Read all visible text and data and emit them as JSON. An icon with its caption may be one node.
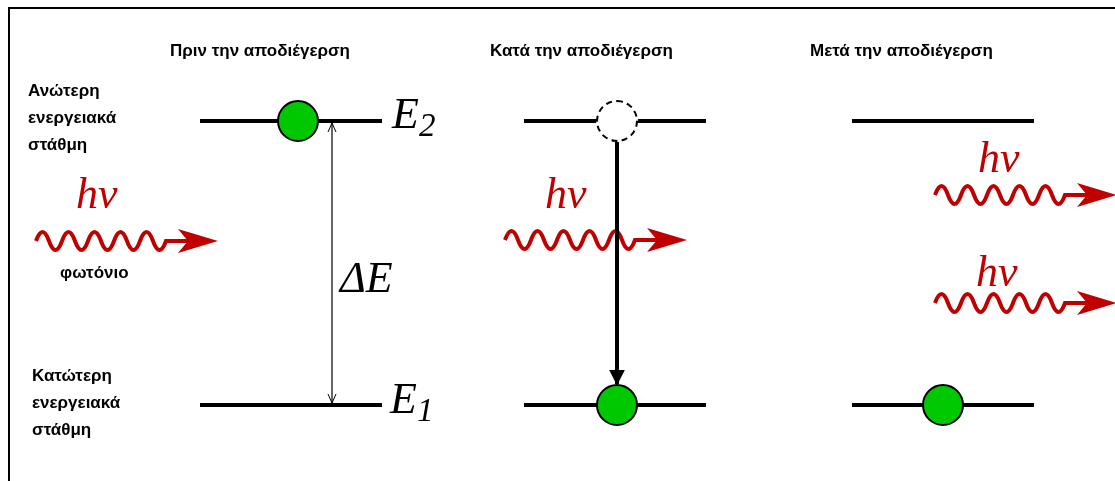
{
  "diagram": {
    "nodes": [
      {
        "text": [],
        "shape": "circle"
      },
      {
        "text": [],
        "shape": "circle"
      },
      {
        "text": [],
        "shape": "circle"
      },
      {
        "text": [],
        "shape": "circle"
      }
    ],
    "edges": [
      {
        "from": 1,
        "to": 2,
        "arrow": "to"
      }
    ],
    "labels": [
      "Πριν την αποδιέγερση",
      "Κατά την αποδιέγερση",
      "Μετά την αποδιέγερση",
      "Ανώτερη ενεργειακά στάθμη",
      "E$_{2}$",
      "hν",
      "hν",
      "hν",
      "φωτόνιο",
      "ΔE",
      "hν",
      "Κατώτερη ενεργειακά στάθμη",
      "E$_{1}$"
    ]
  }
}
